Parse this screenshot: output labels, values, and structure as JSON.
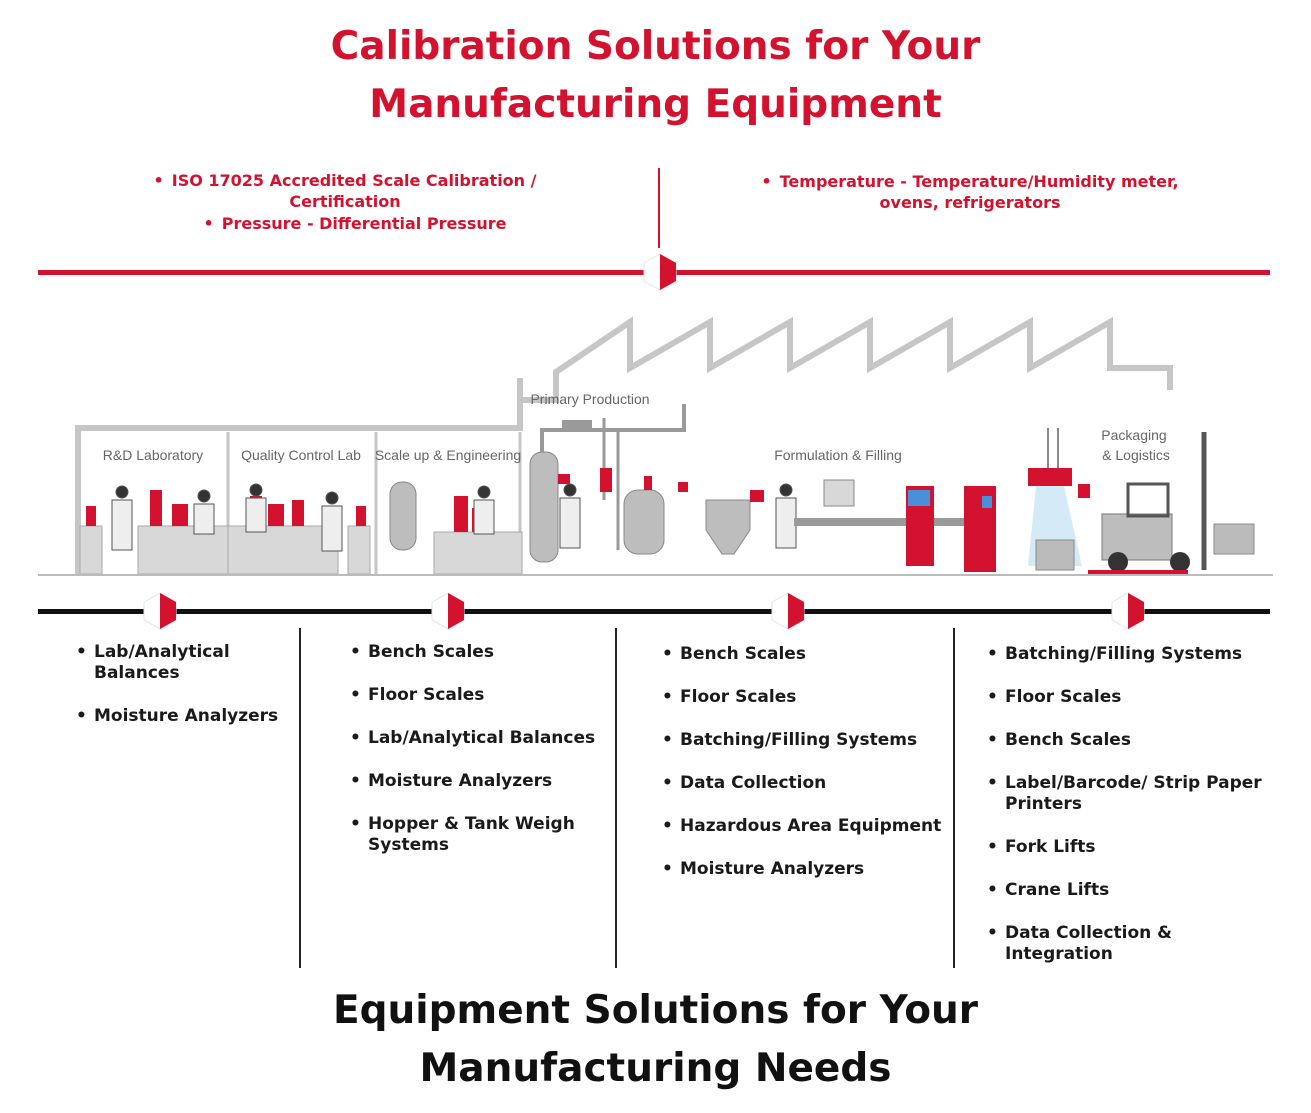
{
  "header": {
    "title_line1": "Calibration Solutions for Your",
    "title_line2": "Manufacturing Equipment"
  },
  "calibration": {
    "left": [
      "ISO 17025 Accredited Scale Calibration / Certification",
      "Pressure - Differential Pressure"
    ],
    "right_line1": "Temperature - Temperature/Humidity meter,",
    "right_line2": "ovens, refrigerators"
  },
  "zones": [
    "R&D Laboratory",
    "Quality Control Lab",
    "Scale up & Engineering",
    "Primary Production",
    "Formulation & Filling",
    "Packaging",
    "& Logistics"
  ],
  "columns": [
    {
      "items": [
        "Lab/Analytical Balances",
        "Moisture Analyzers"
      ]
    },
    {
      "items": [
        "Bench Scales",
        "Floor Scales",
        "Lab/Analytical Balances",
        "Moisture Analyzers",
        "Hopper & Tank Weigh Systems"
      ]
    },
    {
      "items": [
        "Bench Scales",
        "Floor Scales",
        "Batching/Filling Systems",
        "Data Collection",
        "Hazardous Area Equipment",
        "Moisture Analyzers"
      ]
    },
    {
      "items": [
        "Batching/Filling Systems",
        "Floor Scales",
        "Bench Scales",
        "Label/Barcode/ Strip Paper Printers",
        "Fork Lifts",
        "Crane Lifts",
        "Data Collection & Integration"
      ]
    }
  ],
  "footer": {
    "title_line1": "Equipment Solutions for Your",
    "title_line2": "Manufacturing Needs"
  },
  "colors": {
    "accent": "#d2122e",
    "dark": "#111111",
    "building": "#c6c6c6"
  }
}
